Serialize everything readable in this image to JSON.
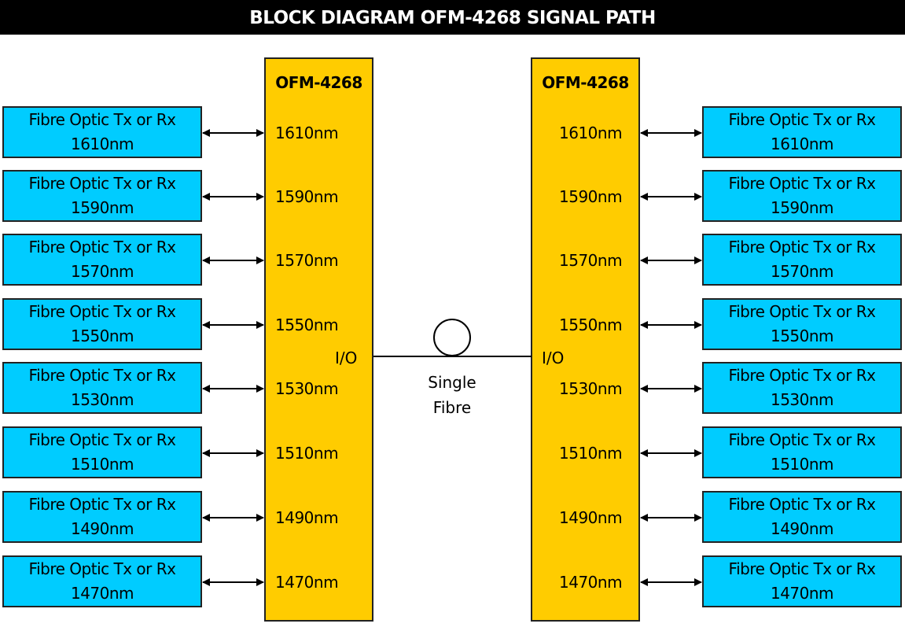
{
  "title": "BLOCK DIAGRAM OFM-4268 SIGNAL PATH",
  "mux_left": {
    "name": "OFM-4268",
    "io": "I/O"
  },
  "mux_right": {
    "name": "OFM-4268",
    "io": "I/O"
  },
  "device_label": "Fibre Optic Tx or Rx",
  "wavelengths": [
    "1610nm",
    "1590nm",
    "1570nm",
    "1550nm",
    "1530nm",
    "1510nm",
    "1490nm",
    "1470nm"
  ],
  "fibre": {
    "line1": "Single",
    "line2": "Fibre"
  },
  "colors": {
    "device": "#00ccff",
    "mux": "#ffcc00",
    "title_bg": "#000000"
  }
}
